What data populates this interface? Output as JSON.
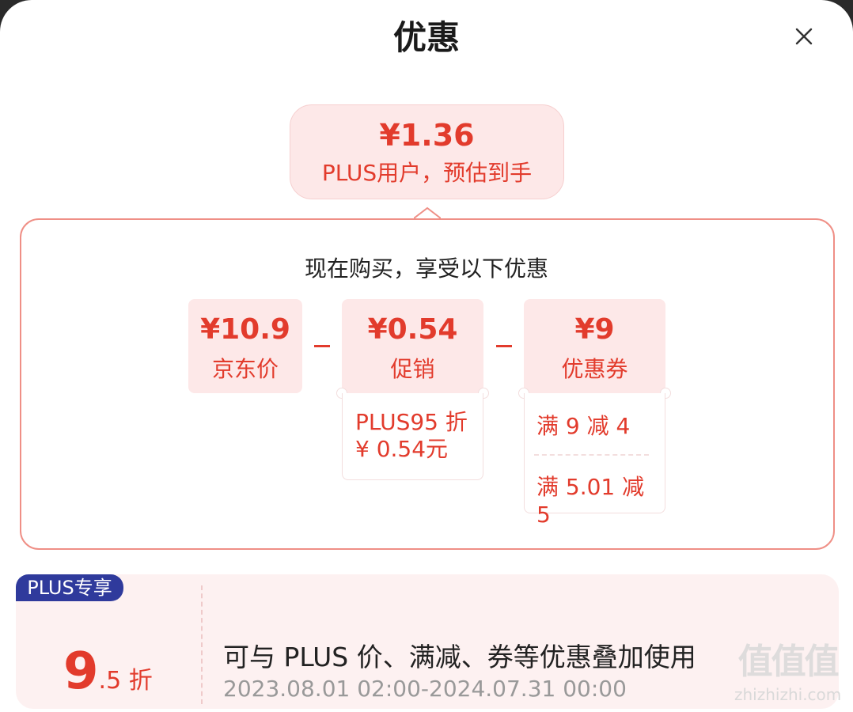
{
  "header": {
    "title": "优惠",
    "close_icon": "close-icon"
  },
  "estimate": {
    "price": "¥1.36",
    "label": "PLUS用户，预估到手"
  },
  "breakdown": {
    "heading": "现在购买，享受以下优惠",
    "items": [
      {
        "value": "¥10.9",
        "label": "京东价"
      },
      {
        "value": "¥0.54",
        "label": "促销",
        "details": [
          "PLUS95 折",
          "¥ 0.54元"
        ]
      },
      {
        "value": "¥9",
        "label": "优惠券",
        "details": [
          "满 9 减 4",
          "满 5.01 减 5"
        ]
      }
    ]
  },
  "plus_card": {
    "badge": "PLUS专享",
    "discount_major": "9",
    "discount_minor": ".5 折",
    "description": "可与 PLUS 价、满减、券等优惠叠加使用",
    "date_range": "2023.08.01 02:00-2024.07.31 00:00"
  },
  "watermark": {
    "logo": "值值值",
    "site": "zhizhizhi.com"
  },
  "colors": {
    "accent": "#e23b2c",
    "pink_bg": "#fde8e8",
    "plus_blue": "#2f3a9c"
  }
}
